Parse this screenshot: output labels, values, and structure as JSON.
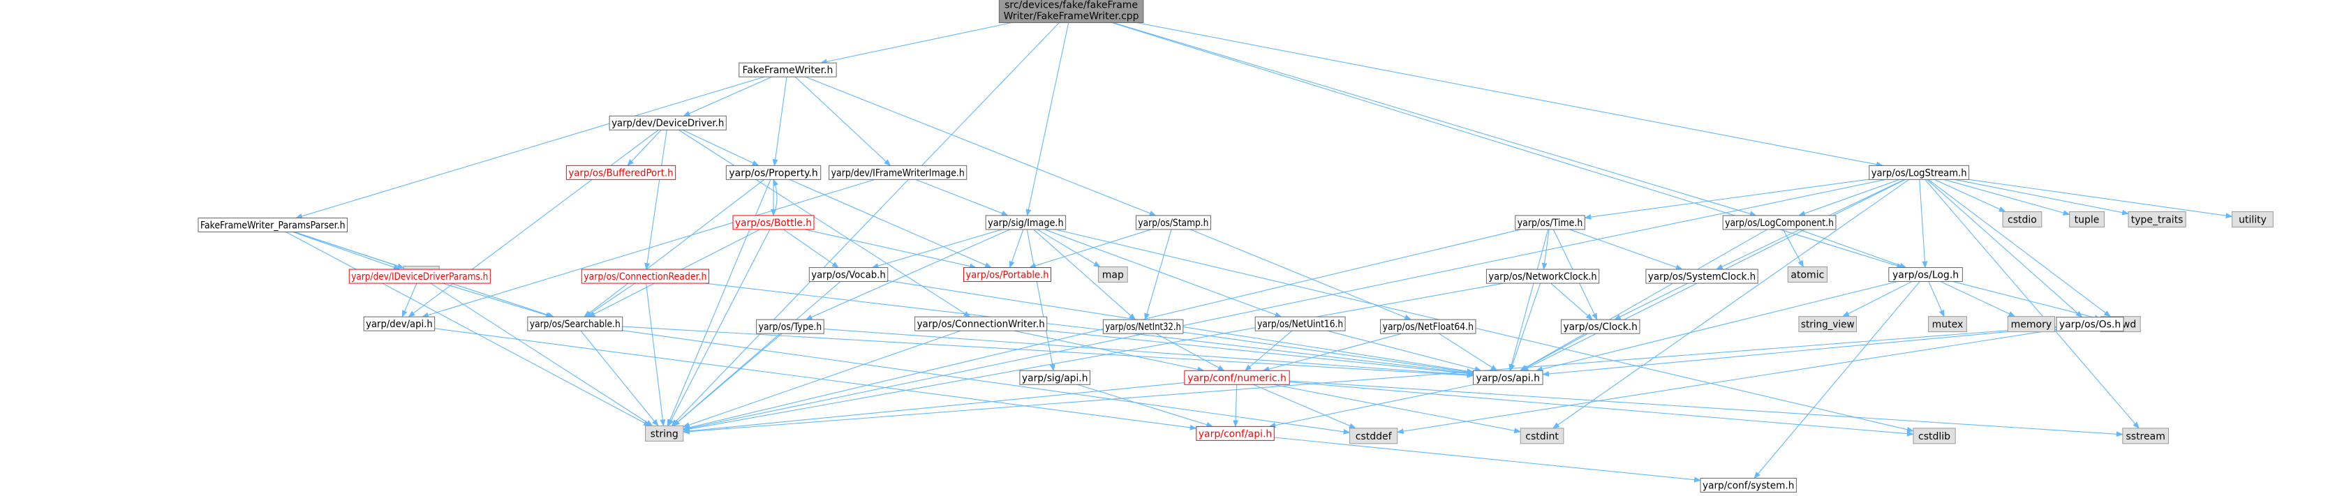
{
  "colors": {
    "edge": "#63b8ff",
    "root_fill": "#999999",
    "root_border": "#666666",
    "node_fill": "#ffffff",
    "node_border": "#666666",
    "external_fill": "#e0e0e0",
    "external_border": "#999999",
    "incomplete_border": "#ff0000",
    "red_text": "#ff0000",
    "text": "#000000"
  },
  "nodes": {
    "root": {
      "lines": [
        "src/devices/fake/fakeFrame",
        "Writer/FakeFrameWriter.cpp"
      ],
      "style": "root"
    },
    "ffw_h": {
      "lines": [
        "FakeFrameWriter.h"
      ],
      "style": "normal"
    },
    "devicedriver": {
      "lines": [
        "yarp/dev/DeviceDriver.h"
      ],
      "style": "normal"
    },
    "bufferedport": {
      "lines": [
        "yarp/os/BufferedPort.h"
      ],
      "style": "incomplete"
    },
    "property": {
      "lines": [
        "yarp/os/Property.h"
      ],
      "style": "normal"
    },
    "iframewriter": {
      "lines": [
        "yarp/dev/IFrameWriterImage.h"
      ],
      "style": "normal"
    },
    "paramsparser": {
      "lines": [
        "FakeFrameWriter_ParamsParser.h"
      ],
      "style": "normal"
    },
    "bottle": {
      "lines": [
        "yarp/os/Bottle.h"
      ],
      "style": "incomplete"
    },
    "sigimage": {
      "lines": [
        "yarp/sig/Image.h"
      ],
      "style": "normal"
    },
    "stamp": {
      "lines": [
        "yarp/os/Stamp.h"
      ],
      "style": "normal"
    },
    "logstream": {
      "lines": [
        "yarp/os/LogStream.h"
      ],
      "style": "normal"
    },
    "time": {
      "lines": [
        "yarp/os/Time.h"
      ],
      "style": "normal"
    },
    "logcomponent": {
      "lines": [
        "yarp/os/LogComponent.h"
      ],
      "style": "normal"
    },
    "cmath": {
      "lines": [
        "cmath"
      ],
      "style": "external"
    },
    "ideviceparams": {
      "lines": [
        "yarp/dev/IDeviceDriverParams.h"
      ],
      "style": "incomplete"
    },
    "connreader": {
      "lines": [
        "yarp/os/ConnectionReader.h"
      ],
      "style": "incomplete"
    },
    "vocab": {
      "lines": [
        "yarp/os/Vocab.h"
      ],
      "style": "normal"
    },
    "portable": {
      "lines": [
        "yarp/os/Portable.h"
      ],
      "style": "incomplete"
    },
    "map": {
      "lines": [
        "map"
      ],
      "style": "external"
    },
    "networkclock": {
      "lines": [
        "yarp/os/NetworkClock.h"
      ],
      "style": "normal"
    },
    "systemclock": {
      "lines": [
        "yarp/os/SystemClock.h"
      ],
      "style": "normal"
    },
    "atomic": {
      "lines": [
        "atomic"
      ],
      "style": "external"
    },
    "log": {
      "lines": [
        "yarp/os/Log.h"
      ],
      "style": "normal"
    },
    "cstdio": {
      "lines": [
        "cstdio"
      ],
      "style": "external"
    },
    "tuple": {
      "lines": [
        "tuple"
      ],
      "style": "external"
    },
    "type_traits": {
      "lines": [
        "type_traits"
      ],
      "style": "external"
    },
    "utility": {
      "lines": [
        "utility"
      ],
      "style": "external"
    },
    "devapi": {
      "lines": [
        "yarp/dev/api.h"
      ],
      "style": "normal"
    },
    "searchable": {
      "lines": [
        "yarp/os/Searchable.h"
      ],
      "style": "normal"
    },
    "type": {
      "lines": [
        "yarp/os/Type.h"
      ],
      "style": "normal"
    },
    "connwriter": {
      "lines": [
        "yarp/os/ConnectionWriter.h"
      ],
      "style": "normal"
    },
    "netint32": {
      "lines": [
        "yarp/os/NetInt32.h"
      ],
      "style": "normal"
    },
    "netuint16": {
      "lines": [
        "yarp/os/NetUint16.h"
      ],
      "style": "normal"
    },
    "netfloat64": {
      "lines": [
        "yarp/os/NetFloat64.h"
      ],
      "style": "normal"
    },
    "clock": {
      "lines": [
        "yarp/os/Clock.h"
      ],
      "style": "normal"
    },
    "string_view": {
      "lines": [
        "string_view"
      ],
      "style": "external"
    },
    "mutex": {
      "lines": [
        "mutex"
      ],
      "style": "external"
    },
    "memory": {
      "lines": [
        "memory"
      ],
      "style": "external"
    },
    "iosfwd": {
      "lines": [
        "iosfwd"
      ],
      "style": "external"
    },
    "osh": {
      "lines": [
        "yarp/os/Os.h"
      ],
      "style": "normal"
    },
    "sigapi": {
      "lines": [
        "yarp/sig/api.h"
      ],
      "style": "normal"
    },
    "numeric": {
      "lines": [
        "yarp/conf/numeric.h"
      ],
      "style": "incomplete"
    },
    "osapi": {
      "lines": [
        "yarp/os/api.h"
      ],
      "style": "normal"
    },
    "string": {
      "lines": [
        "string"
      ],
      "style": "external"
    },
    "confapi": {
      "lines": [
        "yarp/conf/api.h"
      ],
      "style": "incomplete"
    },
    "cstddef": {
      "lines": [
        "cstddef"
      ],
      "style": "external"
    },
    "cstdint": {
      "lines": [
        "cstdint"
      ],
      "style": "external"
    },
    "cstdlib": {
      "lines": [
        "cstdlib"
      ],
      "style": "external"
    },
    "sstream": {
      "lines": [
        "sstream"
      ],
      "style": "external"
    },
    "confsystem": {
      "lines": [
        "yarp/conf/system.h"
      ],
      "style": "normal"
    }
  },
  "edges": [
    [
      "root",
      "ffw_h"
    ],
    [
      "root",
      "sigimage"
    ],
    [
      "root",
      "logcomponent"
    ],
    [
      "root",
      "log"
    ],
    [
      "root",
      "logstream"
    ],
    [
      "root",
      "string"
    ],
    [
      "ffw_h",
      "devicedriver"
    ],
    [
      "ffw_h",
      "property"
    ],
    [
      "ffw_h",
      "iframewriter"
    ],
    [
      "ffw_h",
      "paramsparser"
    ],
    [
      "ffw_h",
      "stamp"
    ],
    [
      "devicedriver",
      "bufferedport"
    ],
    [
      "devicedriver",
      "property"
    ],
    [
      "devicedriver",
      "connreader"
    ],
    [
      "devicedriver",
      "devapi"
    ],
    [
      "devicedriver",
      "connwriter"
    ],
    [
      "property",
      "bottle"
    ],
    [
      "property",
      "portable"
    ],
    [
      "property",
      "searchable"
    ],
    [
      "property",
      "string"
    ],
    [
      "bottle",
      "property"
    ],
    [
      "bottle",
      "vocab"
    ],
    [
      "bottle",
      "searchable"
    ],
    [
      "bottle",
      "portable"
    ],
    [
      "bottle",
      "string"
    ],
    [
      "iframewriter",
      "sigimage"
    ],
    [
      "iframewriter",
      "devapi"
    ],
    [
      "paramsparser",
      "cmath"
    ],
    [
      "paramsparser",
      "ideviceparams"
    ],
    [
      "paramsparser",
      "searchable"
    ],
    [
      "paramsparser",
      "string"
    ],
    [
      "ideviceparams",
      "devapi"
    ],
    [
      "ideviceparams",
      "searchable"
    ],
    [
      "ideviceparams",
      "string"
    ],
    [
      "connreader",
      "searchable"
    ],
    [
      "connreader",
      "osapi"
    ],
    [
      "connreader",
      "string"
    ],
    [
      "sigimage",
      "vocab"
    ],
    [
      "sigimage",
      "portable"
    ],
    [
      "sigimage",
      "map"
    ],
    [
      "sigimage",
      "type"
    ],
    [
      "sigimage",
      "netint32"
    ],
    [
      "sigimage",
      "netuint16"
    ],
    [
      "sigimage",
      "sigapi"
    ],
    [
      "sigimage",
      "cstdlib"
    ],
    [
      "stamp",
      "portable"
    ],
    [
      "stamp",
      "netint32"
    ],
    [
      "stamp",
      "netfloat64"
    ],
    [
      "vocab",
      "osapi"
    ],
    [
      "vocab",
      "string"
    ],
    [
      "searchable",
      "osapi"
    ],
    [
      "searchable",
      "string"
    ],
    [
      "searchable",
      "cstddef"
    ],
    [
      "devapi",
      "confapi"
    ],
    [
      "type",
      "osapi"
    ],
    [
      "type",
      "string"
    ],
    [
      "connwriter",
      "osapi"
    ],
    [
      "connwriter",
      "numeric"
    ],
    [
      "connwriter",
      "string"
    ],
    [
      "netint32",
      "numeric"
    ],
    [
      "netint32",
      "osapi"
    ],
    [
      "netuint16",
      "numeric"
    ],
    [
      "netuint16",
      "osapi"
    ],
    [
      "netfloat64",
      "numeric"
    ],
    [
      "netfloat64",
      "osapi"
    ],
    [
      "sigapi",
      "confapi"
    ],
    [
      "numeric",
      "confapi"
    ],
    [
      "numeric",
      "cstddef"
    ],
    [
      "numeric",
      "cstdint"
    ],
    [
      "numeric",
      "string"
    ],
    [
      "numeric",
      "sstream"
    ],
    [
      "numeric",
      "cstdlib"
    ],
    [
      "osapi",
      "confapi"
    ],
    [
      "confapi",
      "confsystem"
    ],
    [
      "logstream",
      "time"
    ],
    [
      "logstream",
      "logcomponent"
    ],
    [
      "logstream",
      "log"
    ],
    [
      "logstream",
      "systemclock"
    ],
    [
      "logstream",
      "osh"
    ],
    [
      "logstream",
      "osapi"
    ],
    [
      "logstream",
      "cstdio"
    ],
    [
      "logstream",
      "tuple"
    ],
    [
      "logstream",
      "type_traits"
    ],
    [
      "logstream",
      "utility"
    ],
    [
      "logstream",
      "string"
    ],
    [
      "logstream",
      "sstream"
    ],
    [
      "logstream",
      "iosfwd"
    ],
    [
      "logstream",
      "cstdint"
    ],
    [
      "time",
      "networkclock"
    ],
    [
      "time",
      "systemclock"
    ],
    [
      "time",
      "clock"
    ],
    [
      "time",
      "osapi"
    ],
    [
      "time",
      "string"
    ],
    [
      "networkclock",
      "clock"
    ],
    [
      "networkclock",
      "osapi"
    ],
    [
      "networkclock",
      "string"
    ],
    [
      "systemclock",
      "clock"
    ],
    [
      "clock",
      "osapi"
    ],
    [
      "logcomponent",
      "log"
    ],
    [
      "logcomponent",
      "atomic"
    ],
    [
      "logcomponent",
      "osapi"
    ],
    [
      "log",
      "osapi"
    ],
    [
      "log",
      "string_view"
    ],
    [
      "log",
      "mutex"
    ],
    [
      "log",
      "memory"
    ],
    [
      "log",
      "iosfwd"
    ],
    [
      "log",
      "confsystem"
    ],
    [
      "osh",
      "osapi"
    ],
    [
      "osh",
      "cstddef"
    ],
    [
      "osh",
      "string"
    ]
  ]
}
